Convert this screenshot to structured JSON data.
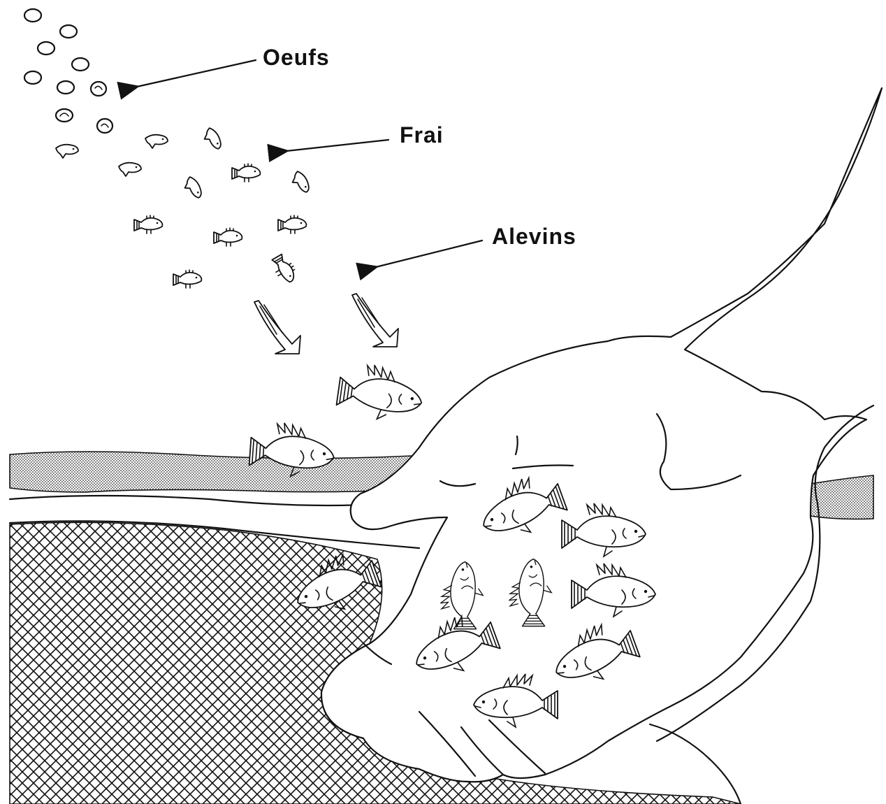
{
  "labels": {
    "eggs": "Oeufs",
    "fry": "Frai",
    "fingerlings": "Alevins"
  },
  "colors": {
    "ink": "#111111",
    "background": "#ffffff",
    "stipple": "#555555"
  }
}
